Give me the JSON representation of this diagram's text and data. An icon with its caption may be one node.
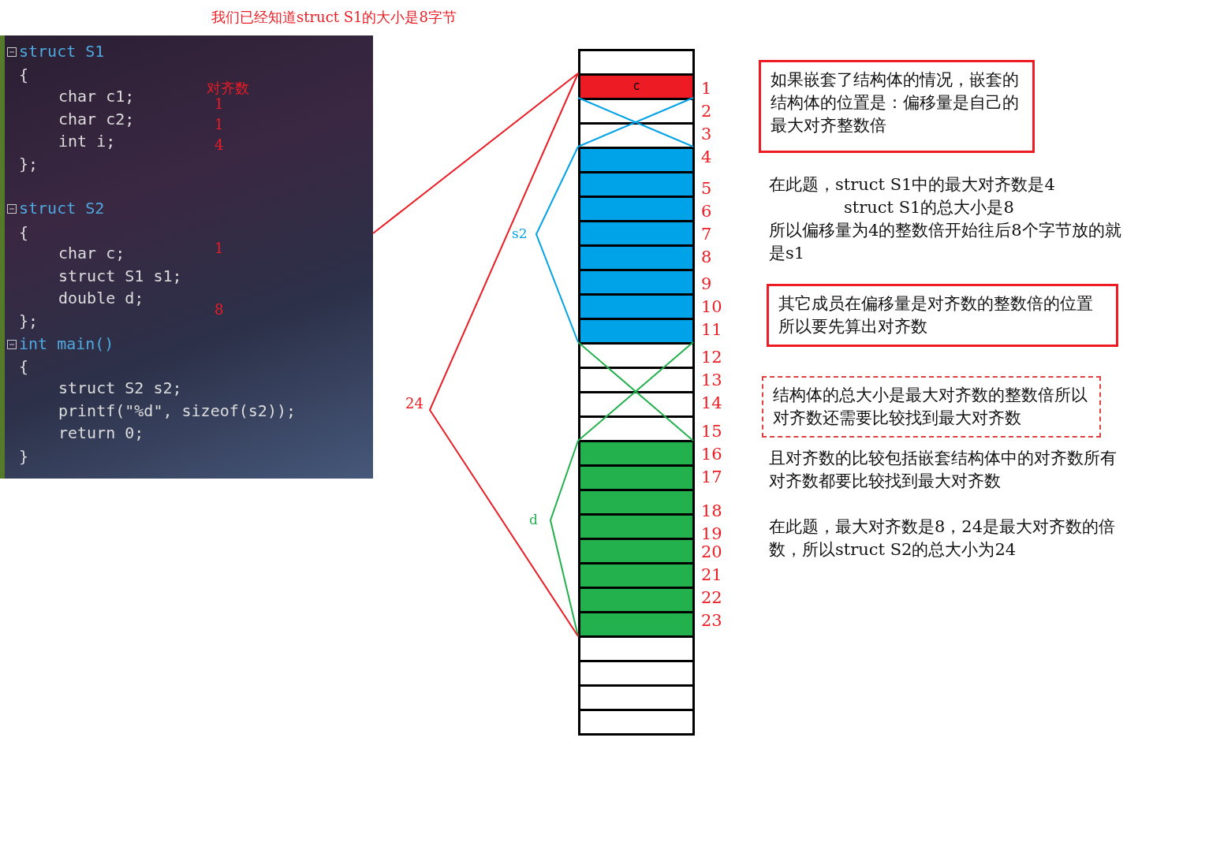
{
  "diagram": {
    "title": "我们已经知道struct S1的大小是8字节",
    "nodes": [
      {
        "text": [
          "struct S1",
          "{",
          "char c1;",
          "char c2;",
          "int i;",
          "};",
          "struct S2",
          "{",
          "char c;",
          "struct S1 s1;",
          "double d;",
          "};",
          "int main()",
          "{",
          "struct S2 s2;",
          "printf(\"%d\", sizeof(s2));",
          "return 0;",
          "}"
        ]
      },
      {
        "text": [],
        "shape": "box"
      },
      {
        "text": [
          "c"
        ]
      },
      {
        "text": [],
        "shape": "box"
      },
      {
        "text": [],
        "shape": "box"
      },
      {
        "text": [],
        "shape": "box"
      },
      {
        "text": [],
        "shape": "box"
      },
      {
        "text": [],
        "shape": "box"
      },
      {
        "text": [],
        "shape": "box"
      },
      {
        "text": [],
        "shape": "box"
      },
      {
        "text": [],
        "shape": "box"
      },
      {
        "text": [],
        "shape": "box"
      },
      {
        "text": [],
        "shape": "box"
      },
      {
        "text": [],
        "shape": "box"
      },
      {
        "text": [],
        "shape": "box"
      },
      {
        "text": [],
        "shape": "box"
      },
      {
        "text": [],
        "shape": "box"
      },
      {
        "text": [],
        "shape": "box"
      },
      {
        "text": [],
        "shape": "box"
      },
      {
        "text": [],
        "shape": "box"
      },
      {
        "text": [],
        "shape": "box"
      },
      {
        "text": [],
        "shape": "box"
      },
      {
        "text": [],
        "shape": "box"
      },
      {
        "text": [],
        "shape": "box"
      },
      {
        "text": [],
        "shape": "box"
      },
      {
        "text": [],
        "shape": "box"
      },
      {
        "text": [],
        "shape": "box"
      },
      {
        "text": [],
        "shape": "box"
      },
      {
        "text": [],
        "shape": "box"
      },
      {
        "text": [
          "如果嵌套了结构体的情况，嵌套的结构体的位置是：偏移量是自己的最大对齐整数倍"
        ]
      },
      {
        "text": [
          "其它成员在偏移量是对齐数的整数倍的位置所以要先算出对齐数"
        ]
      },
      {
        "text": [
          "结构体的总大小是最大对齐数的整数倍所以对齐数还需要比较找到最大对齐数"
        ]
      }
    ],
    "edges": [
      {
        "from": 0,
        "to": 2,
        "arrow": "none"
      }
    ],
    "labels": [
      "对齐数",
      "1",
      "1",
      "4",
      "1",
      "8",
      "s2",
      "24",
      "d",
      "1",
      "2",
      "3",
      "4",
      "5",
      "6",
      "7",
      "8",
      "9",
      "10",
      "11",
      "12",
      "13",
      "14",
      "15",
      "16",
      "17",
      "18",
      "19",
      "20",
      "21",
      "22",
      "23",
      "在此题，struct S1中的最大对齐数是4",
      "struct S1的总大小是8",
      "所以偏移量为4的整数倍开始往后8个字节放的就是s1",
      "且对齐数的比较包括嵌套结构体中的对齐数所有对齐数都要比较找到最大对齐数",
      "在此题，最大对齐数是8，24是最大对齐数的倍数，所以struct S2的总大小为24"
    ]
  }
}
